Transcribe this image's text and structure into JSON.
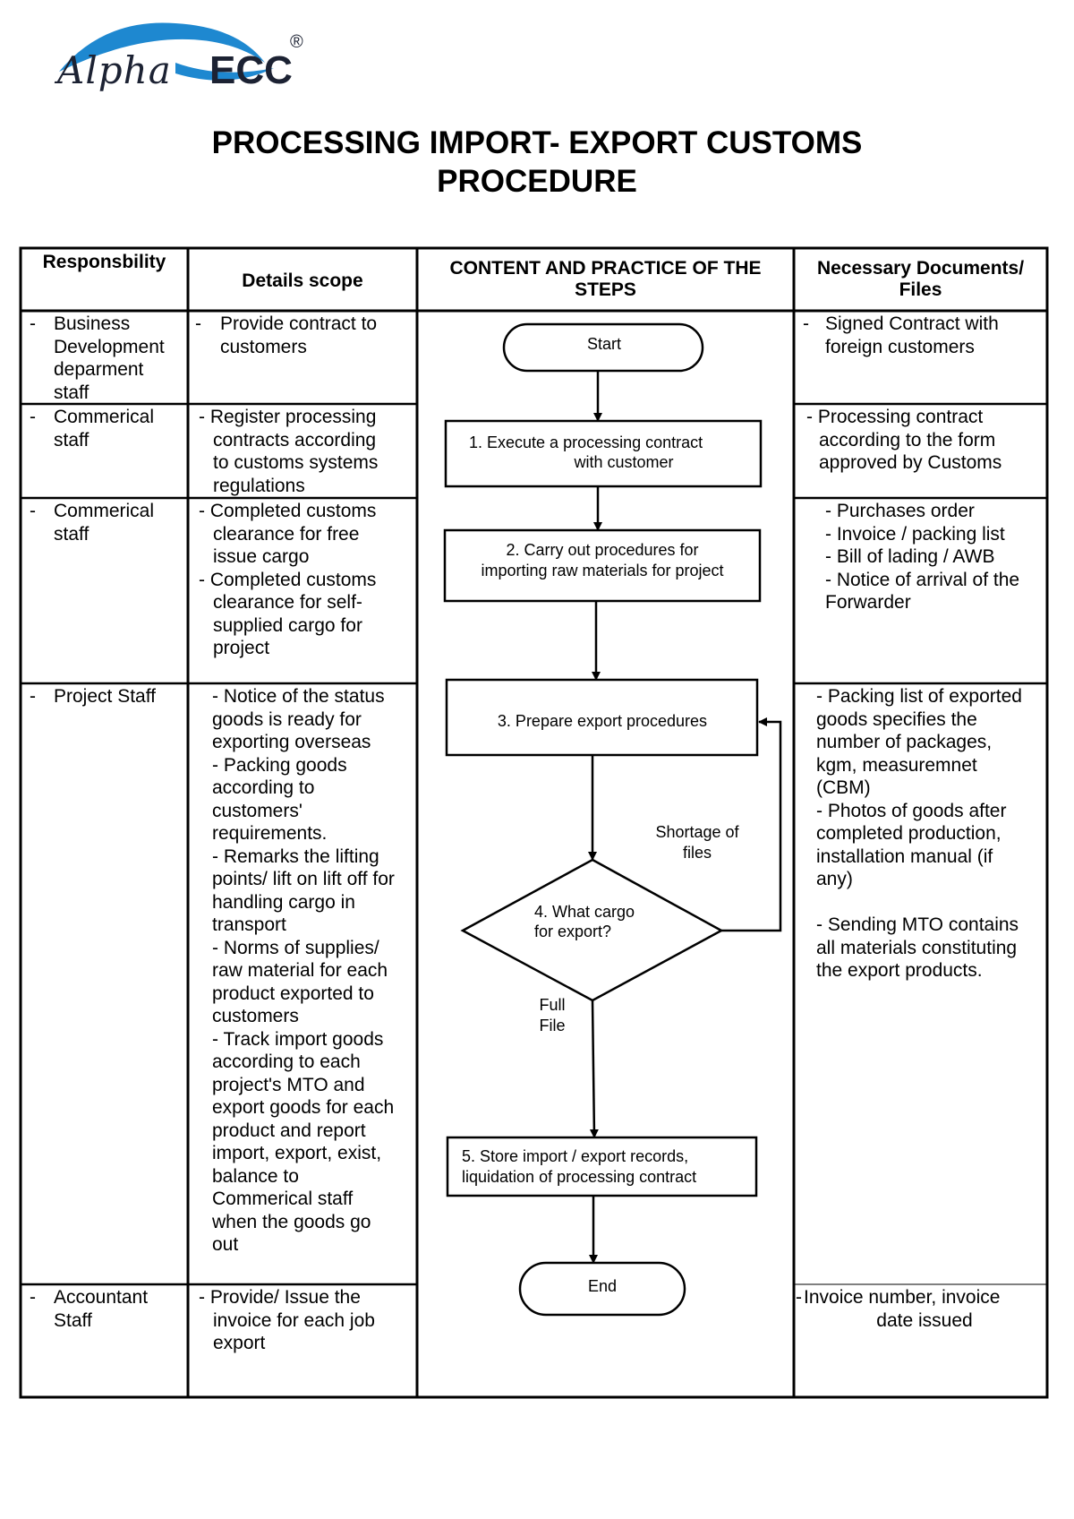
{
  "logo": {
    "name_script": "Alpha",
    "name_bold": "ECC",
    "registered_mark": "®",
    "colors": {
      "swoosh": "#1e88d0",
      "text": "#1c2233"
    }
  },
  "title": {
    "line1": "PROCESSING IMPORT- EXPORT CUSTOMS",
    "line2": "PROCEDURE"
  },
  "table": {
    "headers": {
      "responsibility": "Responsbility",
      "details_scope": "Details scope",
      "content_line1": "CONTENT AND PRACTICE OF THE",
      "content_line2": "STEPS",
      "documents_line1": "Necessary Documents/",
      "documents_line2": "Files"
    },
    "rows": [
      {
        "responsibility": [
          "Business",
          "Development",
          "deparment",
          "staff"
        ],
        "details": [
          "Provide contract to",
          "customers"
        ],
        "documents": [
          "Signed Contract with",
          "foreign customers"
        ]
      },
      {
        "responsibility": [
          "Commerical",
          "staff"
        ],
        "details": [
          "- Register processing",
          "contracts according",
          "to customs systems",
          "regulations"
        ],
        "documents": [
          "- Processing contract",
          "according to the form",
          "approved by Customs"
        ]
      },
      {
        "responsibility": [
          "Commerical",
          "staff"
        ],
        "details": [
          "- Completed customs",
          "clearance for free",
          "issue cargo",
          "- Completed customs",
          "clearance for self-",
          "supplied cargo for",
          "project"
        ],
        "documents": [
          "- Purchases order",
          "- Invoice / packing list",
          "- Bill of lading / AWB",
          "- Notice of arrival of the",
          "Forwarder"
        ]
      },
      {
        "responsibility": [
          "Project Staff"
        ],
        "details": [
          "- Notice of the status",
          "goods is ready for",
          "exporting overseas",
          "- Packing goods",
          "according to",
          "customers'",
          "requirements.",
          "- Remarks the lifting",
          "points/ lift on lift off for",
          "handling cargo in",
          "transport",
          "- Norms of supplies/",
          "raw material for each",
          "product exported to",
          "customers",
          "- Track import goods",
          "according to each",
          "project's MTO and",
          "export goods for each",
          "product and report",
          "import, export, exist,",
          "balance to",
          "Commerical staff",
          "when the goods go",
          "out"
        ],
        "documents": [
          "- Packing list of exported",
          "goods specifies the",
          "number of packages,",
          "kgm, measuremnet",
          "(CBM)",
          "- Photos of goods after",
          "completed production,",
          "installation manual (if",
          "any)",
          "",
          "- Sending MTO contains",
          "all materials constituting",
          "the export products."
        ]
      },
      {
        "responsibility": [
          "Accountant",
          "Staff"
        ],
        "details": [
          "- Provide/ Issue the",
          "invoice for each job",
          "export"
        ],
        "documents": [
          "Invoice number, invoice",
          "date issued"
        ]
      }
    ]
  },
  "flowchart": {
    "start": "Start",
    "step1_line1": "1.   Execute a processing contract",
    "step1_line2": "with customer",
    "step2_line1": "2. Carry out procedures for",
    "step2_line2": "importing raw materials for project",
    "step3": "3. Prepare export procedures",
    "decision_line1": "4. What cargo",
    "decision_line2": "for export?",
    "shortage_line1": "Shortage of",
    "shortage_line2": "files",
    "full_line1": "Full",
    "full_line2": "File",
    "step5_line1": "5. Store import / export records,",
    "step5_line2": "liquidation of processing contract",
    "end": "End"
  },
  "bullet": "-"
}
